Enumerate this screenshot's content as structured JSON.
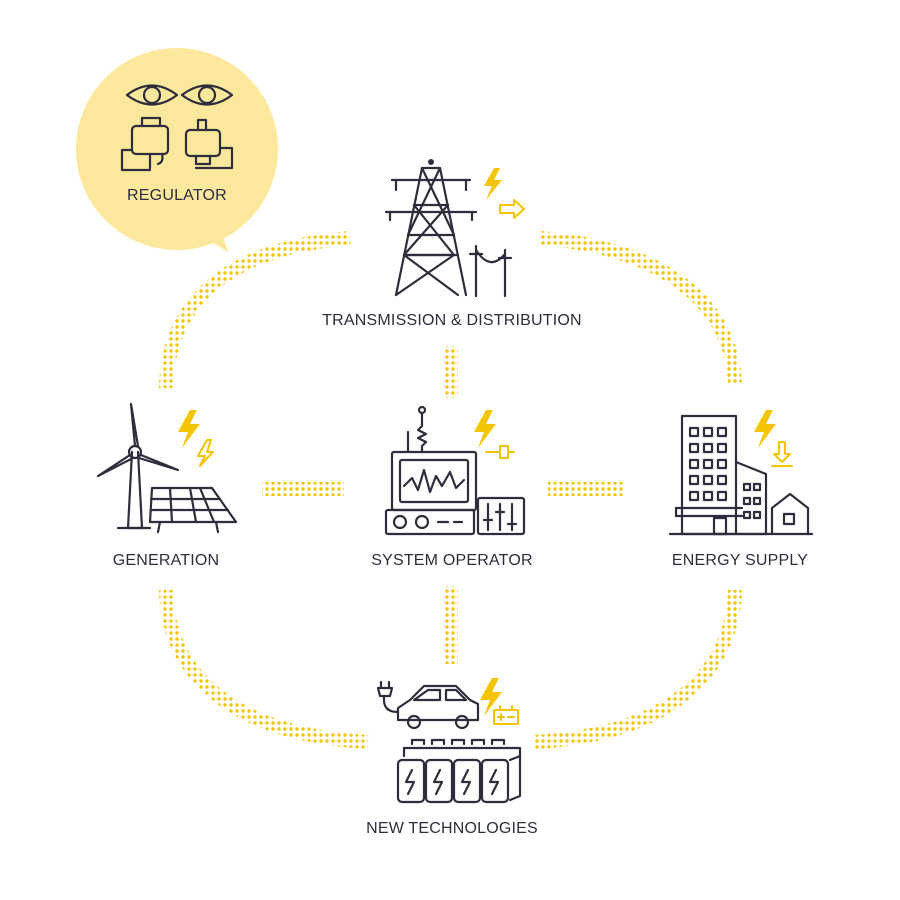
{
  "colors": {
    "accent": "#f5c400",
    "bubble": "#fbe89c",
    "ink": "#2d2d3c",
    "background": "#ffffff"
  },
  "nodes": {
    "regulator": {
      "label": "REGULATOR",
      "icons": [
        "eye-icon",
        "eye-icon",
        "handshake-icon"
      ]
    },
    "transmission": {
      "label": "TRANSMISSION & DISTRIBUTION",
      "icons": [
        "power-tower-icon",
        "power-poles-icon",
        "lightning-bolt-icon",
        "arrow-right-icon"
      ]
    },
    "generation": {
      "label": "GENERATION",
      "icons": [
        "wind-turbine-icon",
        "solar-panel-icon",
        "lightning-bolt-icon"
      ]
    },
    "system_operator": {
      "label": "SYSTEM OPERATOR",
      "icons": [
        "control-console-icon",
        "antenna-icon",
        "lightning-bolt-icon",
        "plug-icon"
      ]
    },
    "energy_supply": {
      "label": "ENERGY SUPPLY",
      "icons": [
        "office-building-icon",
        "house-icon",
        "lightning-bolt-icon",
        "arrow-down-icon"
      ]
    },
    "new_technologies": {
      "label": "NEW TECHNOLOGIES",
      "icons": [
        "electric-car-icon",
        "battery-pack-icon",
        "lightning-bolt-icon",
        "battery-icon"
      ]
    }
  }
}
